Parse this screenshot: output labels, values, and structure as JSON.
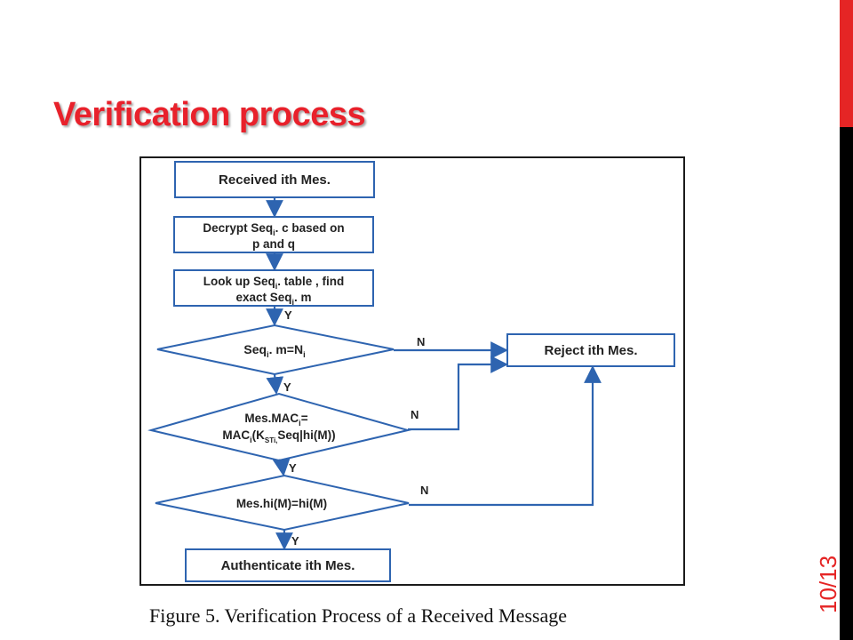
{
  "slide": {
    "title": "Verification process",
    "page_number": "10/13",
    "caption": "Figure 5. Verification Process of a Received Message"
  },
  "flowchart": {
    "nodes": {
      "received": "Received ith Mes.",
      "decrypt_line1_a": "Decrypt Seq",
      "decrypt_line1_sub": "i",
      "decrypt_line1_b": ". c based on",
      "decrypt_line2": "p and q",
      "lookup_line1_a": "Look up Seq",
      "lookup_line1_sub": "i",
      "lookup_line1_b": ". table , find",
      "lookup_line2_a": "exact Seq",
      "lookup_line2_sub": "i",
      "lookup_line2_b": ". m",
      "check_seq_a": "Seq",
      "check_seq_sub1": "i",
      "check_seq_b": ". m=N",
      "check_seq_sub2": "i",
      "check_mac_line1_a": "Mes.MAC",
      "check_mac_line1_sub": "i",
      "check_mac_line1_b": "=",
      "check_mac_line2_a": "MAC",
      "check_mac_line2_sub1": "i",
      "check_mac_line2_b": "(K",
      "check_mac_line2_sub2": "STi,",
      "check_mac_line2_c": "Seq|hi(M))",
      "check_hash": "Mes.hi(M)=hi(M)",
      "reject": "Reject ith Mes.",
      "authenticate": "Authenticate ith Mes."
    },
    "edge_labels": {
      "yes": "Y",
      "no": "N"
    },
    "colors": {
      "box_border": "#2e64b0",
      "arrow": "#2e64b0"
    }
  }
}
